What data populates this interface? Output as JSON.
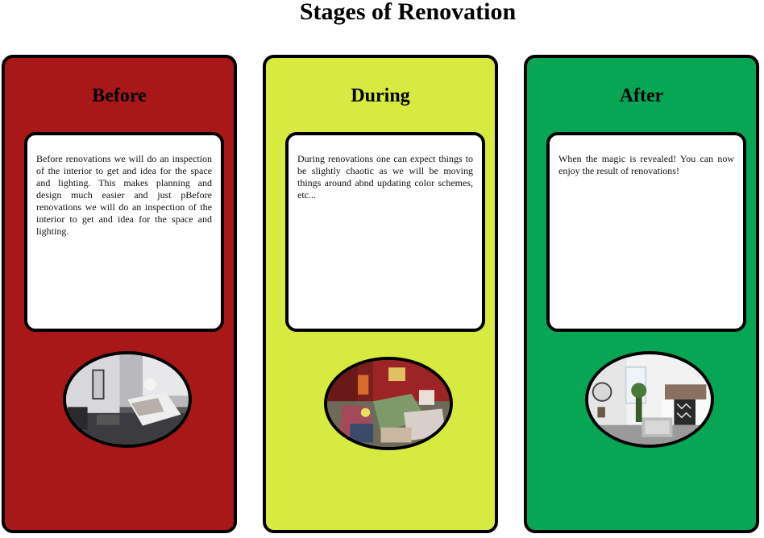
{
  "page": {
    "title": "Stages of Renovation"
  },
  "stages": [
    {
      "heading": "Before",
      "color": "#a81818",
      "text": "Before renovations we will do an inspection of the interior to get and idea for the space and lighting. This makes planning and design much easier and just pBefore renovations we will do an inspection of the interior to get and idea for the space and lighting."
    },
    {
      "heading": "During",
      "color": "#d6ea40",
      "text": "During renovations one can expect things to be slightly chaotic as we will be moving things around abnd updating color schemes, etc..."
    },
    {
      "heading": "After",
      "color": "#06a655",
      "text": "When the magic is revealed! You can now enjoy the result of renovations!"
    }
  ]
}
